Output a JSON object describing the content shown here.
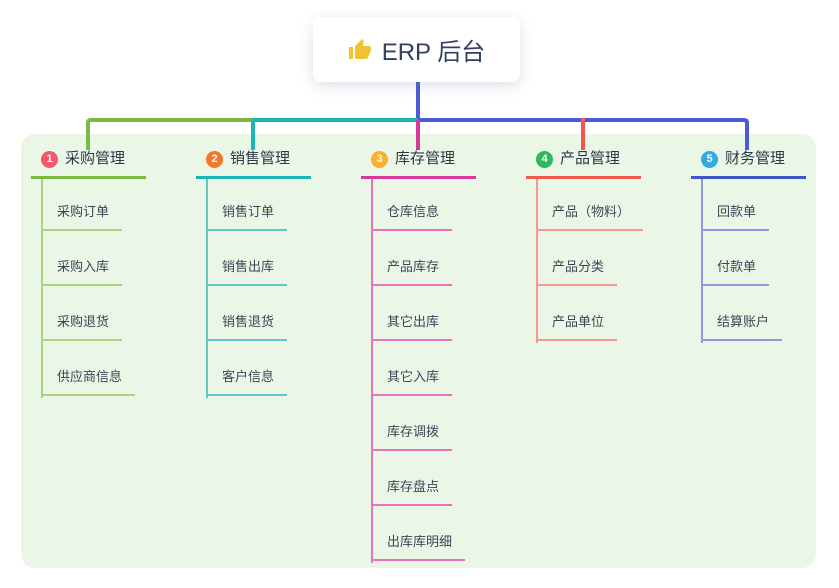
{
  "root": {
    "icon": "👍",
    "label": "ERP 后台"
  },
  "branches": [
    {
      "index": "1",
      "title": "采购管理",
      "badge_color": "#F4566E",
      "line_color": "#7CB93F",
      "sub_line_color": "#A9D37F",
      "items": [
        "采购订单",
        "采购入库",
        "采购退货",
        "供应商信息"
      ]
    },
    {
      "index": "2",
      "title": "销售管理",
      "badge_color": "#F2772D",
      "line_color": "#19B6B3",
      "sub_line_color": "#5FC9C5",
      "items": [
        "销售订单",
        "销售出库",
        "销售退货",
        "客户信息"
      ]
    },
    {
      "index": "3",
      "title": "库存管理",
      "badge_color": "#FFAF2E",
      "line_color": "#D6389B",
      "sub_line_color": "#EA74BC",
      "items": [
        "仓库信息",
        "产品库存",
        "其它出库",
        "其它入库",
        "库存调拨",
        "库存盘点",
        "出库库明细"
      ]
    },
    {
      "index": "4",
      "title": "产品管理",
      "badge_color": "#2EB95B",
      "line_color": "#F4574C",
      "sub_line_color": "#F49A90",
      "items": [
        "产品（物料）",
        "产品分类",
        "产品单位"
      ]
    },
    {
      "index": "5",
      "title": "财务管理",
      "badge_color": "#33AAE4",
      "line_color": "#3F55C9",
      "sub_line_color": "#8D9ADF",
      "items": [
        "回款单",
        "付款单",
        "结算账户"
      ]
    }
  ],
  "colors": {
    "canvas_bg": "#FFFFFF",
    "panel_bg": "#EAF7E6",
    "root_connector": "#4A5BD6",
    "root_card_bg": "#FFFFFF",
    "thumb_icon": "#F2C230"
  }
}
